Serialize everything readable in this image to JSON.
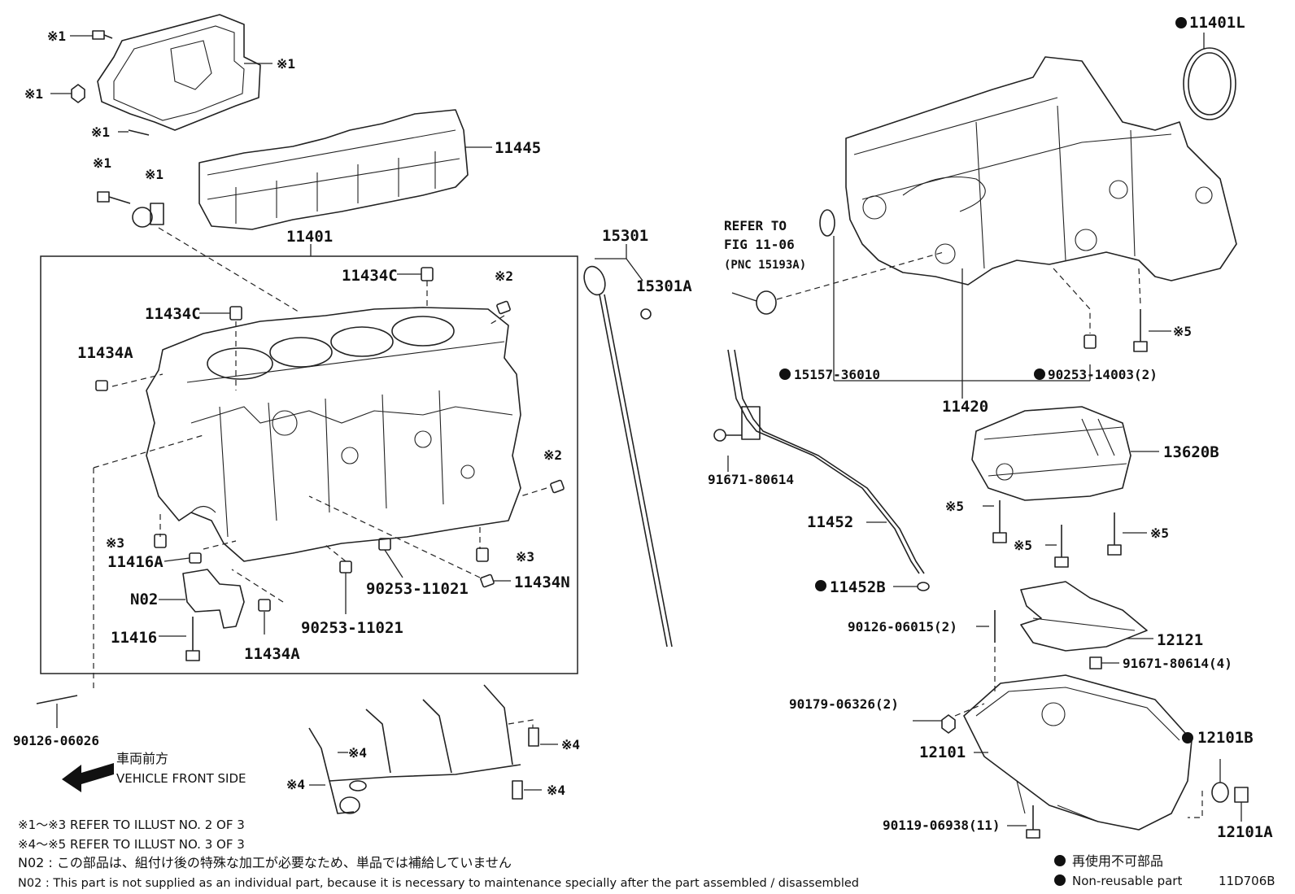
{
  "diagram_id": "11D706B",
  "parts": {
    "p11401L": "11401L",
    "p11445": "11445",
    "p11401": "11401",
    "p15301": "15301",
    "p15301A": "15301A",
    "p11434C_a": "11434C",
    "p11434C_b": "11434C",
    "p11434A_a": "11434A",
    "p11434A_b": "11434A",
    "p11416A": "11416A",
    "pN02": "N02",
    "p11416": "11416",
    "p11434N": "11434N",
    "p90253_11021_a": "90253-11021",
    "p90253_11021_b": "90253-11021",
    "p90126_06026": "90126-06026",
    "p15157_36010": "15157-36010",
    "p90253_14003": "90253-14003(2)",
    "p11420": "11420",
    "p13620B": "13620B",
    "p91671_80614": "91671-80614",
    "p11452": "11452",
    "p11452B": "11452B",
    "p90126_06015": "90126-06015(2)",
    "p12121": "12121",
    "p91671_80614_4": "91671-80614(4)",
    "p90179_06326": "90179-06326(2)",
    "p12101": "12101",
    "p12101B": "12101B",
    "p90119_06938": "90119-06938(11)",
    "p12101A": "12101A"
  },
  "marks": {
    "m1": "※1",
    "m2": "※2",
    "m3": "※3",
    "m4": "※4",
    "m5": "※5"
  },
  "refer": {
    "line1": "REFER TO",
    "line2": "FIG 11-06",
    "line3": "(PNC 15193A)"
  },
  "direction": {
    "jp": "車両前方",
    "en": "VEHICLE FRONT SIDE"
  },
  "notes": {
    "n1": "※1～※3  REFER TO ILLUST NO. 2 OF 3",
    "n2": "※4～※5  REFER TO ILLUST NO. 3 OF 3",
    "n3": "N02 : この部品は、組付け後の特殊な加工が必要なため、単品では補給していません",
    "n4": "N02 : This part is not supplied as an individual part, because it is necessary to maintenance specially after the part assembled / disassembled"
  },
  "legend": {
    "jp": "再使用不可部品",
    "en": "Non-reusable part"
  }
}
